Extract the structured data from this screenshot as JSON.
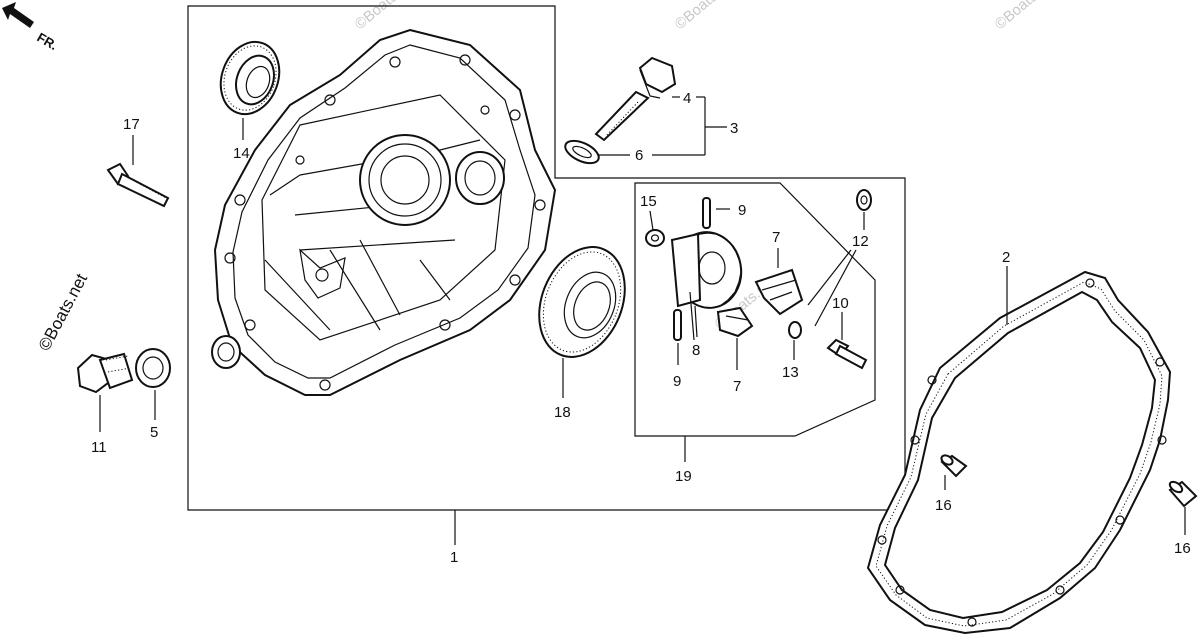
{
  "orientation": {
    "label": "FR."
  },
  "watermark": {
    "text": "©Boats.net"
  },
  "callouts": {
    "c1": "1",
    "c2": "2",
    "c3": "3",
    "c4": "4",
    "c5": "5",
    "c6": "6",
    "c7a": "7",
    "c7b": "7",
    "c8": "8",
    "c9a": "9",
    "c9b": "9",
    "c10": "10",
    "c11": "11",
    "c12": "12",
    "c13": "13",
    "c14": "14",
    "c15": "15",
    "c16a": "16",
    "c16b": "16",
    "c17": "17",
    "c18": "18",
    "c19": "19"
  }
}
